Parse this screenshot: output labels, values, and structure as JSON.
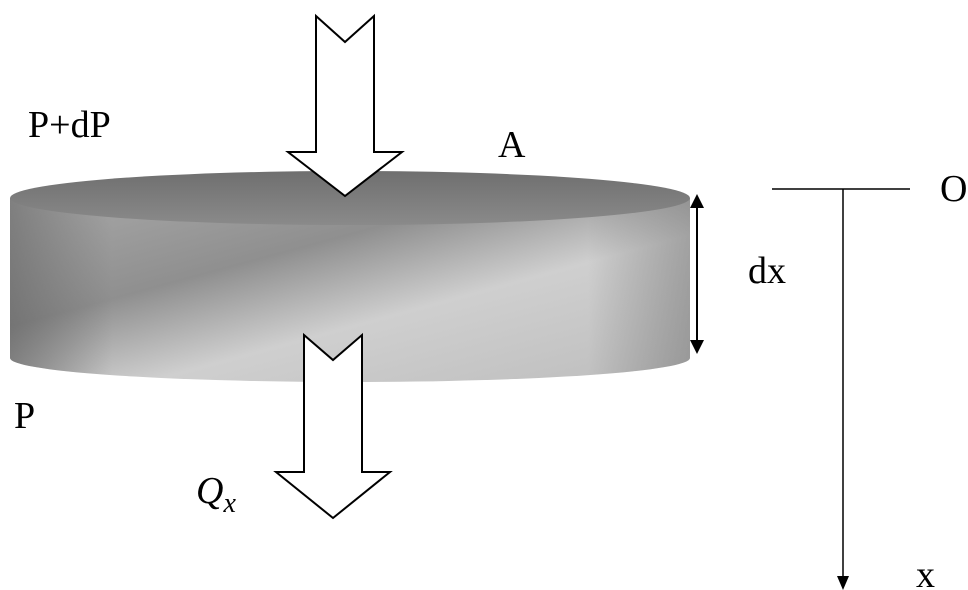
{
  "labels": {
    "top_pressure": "P+dP",
    "area": "A",
    "thickness": "dx",
    "bottom_pressure": "P",
    "flow_symbol": "Q",
    "flow_subscript": "x",
    "origin": "O",
    "x_axis": "x"
  },
  "colors": {
    "disk_top": "#808080",
    "disk_side_light": "#d8d8d8",
    "disk_side_dark": "#7a7a7a",
    "arrow_fill": "#ffffff",
    "line": "#000000"
  }
}
